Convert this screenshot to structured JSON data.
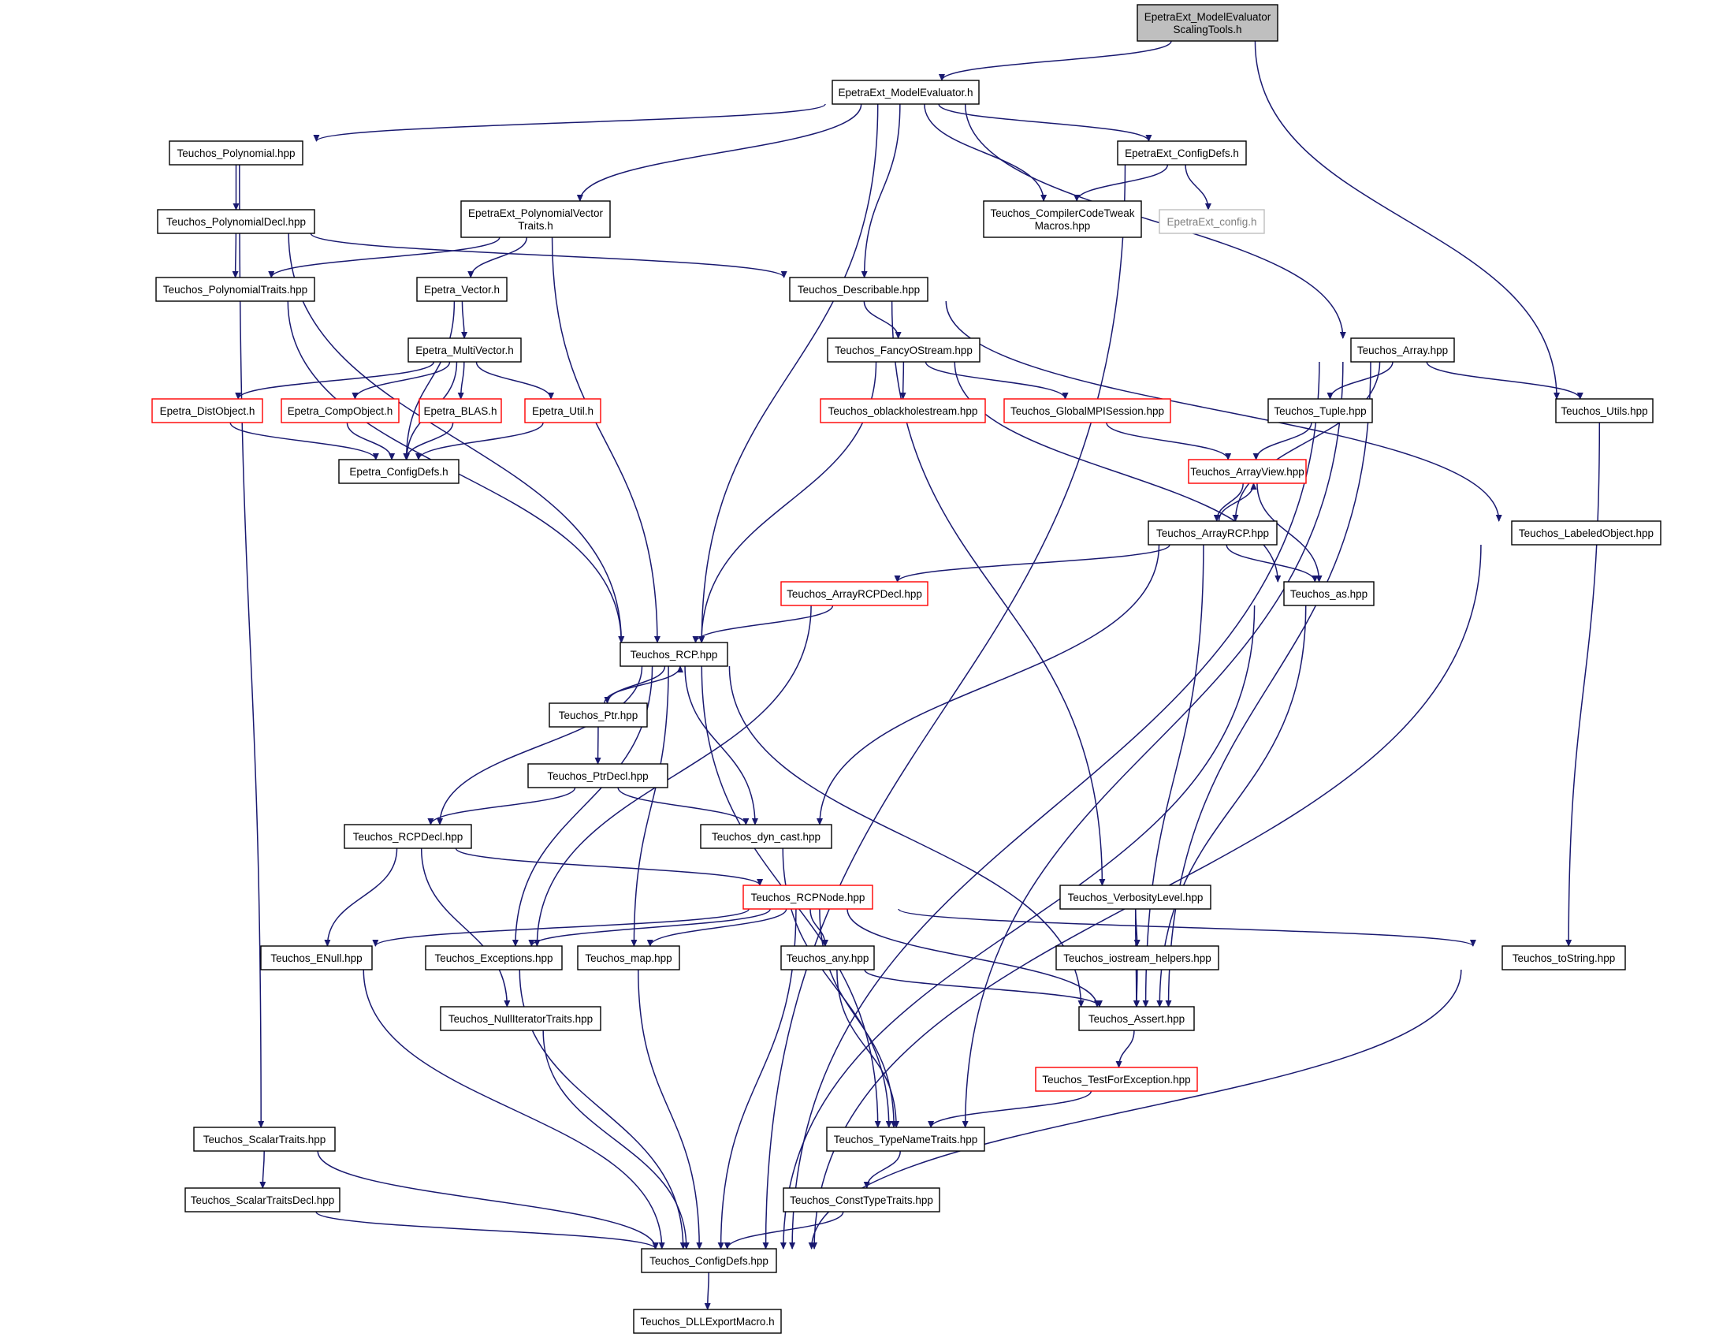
{
  "colors": {
    "edge": "#191970",
    "root_fill": "#bfbfbf",
    "node_border": "#000000",
    "external_border": "#ff0000",
    "unresolved_border": "#bfbfbf",
    "unresolved_text": "#7f7f7f",
    "background": "#ffffff"
  },
  "nodes": [
    {
      "id": "root",
      "lines": [
        "EpetraExt_ModelEvaluator",
        "ScalingTools.h"
      ],
      "style": "root"
    },
    {
      "id": "me",
      "lines": [
        "EpetraExt_ModelEvaluator.h"
      ],
      "style": "normal"
    },
    {
      "id": "poly",
      "lines": [
        "Teuchos_Polynomial.hpp"
      ],
      "style": "normal"
    },
    {
      "id": "cdefs",
      "lines": [
        "EpetraExt_ConfigDefs.h"
      ],
      "style": "normal"
    },
    {
      "id": "polydecl",
      "lines": [
        "Teuchos_PolynomialDecl.hpp"
      ],
      "style": "normal"
    },
    {
      "id": "pvt",
      "lines": [
        "EpetraExt_PolynomialVector",
        "Traits.h"
      ],
      "style": "normal"
    },
    {
      "id": "cctm",
      "lines": [
        "Teuchos_CompilerCodeTweak",
        "Macros.hpp"
      ],
      "style": "normal"
    },
    {
      "id": "extcfg",
      "lines": [
        "EpetraExt_config.h"
      ],
      "style": "unresolved"
    },
    {
      "id": "polytraits",
      "lines": [
        "Teuchos_PolynomialTraits.hpp"
      ],
      "style": "normal"
    },
    {
      "id": "evec",
      "lines": [
        "Epetra_Vector.h"
      ],
      "style": "normal"
    },
    {
      "id": "desc",
      "lines": [
        "Teuchos_Describable.hpp"
      ],
      "style": "normal"
    },
    {
      "id": "emv",
      "lines": [
        "Epetra_MultiVector.h"
      ],
      "style": "normal"
    },
    {
      "id": "fos",
      "lines": [
        "Teuchos_FancyOStream.hpp"
      ],
      "style": "normal"
    },
    {
      "id": "arr",
      "lines": [
        "Teuchos_Array.hpp"
      ],
      "style": "normal"
    },
    {
      "id": "distobj",
      "lines": [
        "Epetra_DistObject.h"
      ],
      "style": "external"
    },
    {
      "id": "compobj",
      "lines": [
        "Epetra_CompObject.h"
      ],
      "style": "external"
    },
    {
      "id": "blas",
      "lines": [
        "Epetra_BLAS.h"
      ],
      "style": "external"
    },
    {
      "id": "eutil",
      "lines": [
        "Epetra_Util.h"
      ],
      "style": "external"
    },
    {
      "id": "obh",
      "lines": [
        "Teuchos_oblackholestream.hpp"
      ],
      "style": "external"
    },
    {
      "id": "gmpi",
      "lines": [
        "Teuchos_GlobalMPISession.hpp"
      ],
      "style": "external"
    },
    {
      "id": "tuple",
      "lines": [
        "Teuchos_Tuple.hpp"
      ],
      "style": "normal"
    },
    {
      "id": "utils",
      "lines": [
        "Teuchos_Utils.hpp"
      ],
      "style": "normal"
    },
    {
      "id": "ecdefs",
      "lines": [
        "Epetra_ConfigDefs.h"
      ],
      "style": "normal"
    },
    {
      "id": "av",
      "lines": [
        "Teuchos_ArrayView.hpp"
      ],
      "style": "external"
    },
    {
      "id": "arcp",
      "lines": [
        "Teuchos_ArrayRCP.hpp"
      ],
      "style": "normal"
    },
    {
      "id": "lo",
      "lines": [
        "Teuchos_LabeledObject.hpp"
      ],
      "style": "normal"
    },
    {
      "id": "arcpd",
      "lines": [
        "Teuchos_ArrayRCPDecl.hpp"
      ],
      "style": "external"
    },
    {
      "id": "as",
      "lines": [
        "Teuchos_as.hpp"
      ],
      "style": "normal"
    },
    {
      "id": "rcp",
      "lines": [
        "Teuchos_RCP.hpp"
      ],
      "style": "normal"
    },
    {
      "id": "ptr",
      "lines": [
        "Teuchos_Ptr.hpp"
      ],
      "style": "normal"
    },
    {
      "id": "ptrdecl",
      "lines": [
        "Teuchos_PtrDecl.hpp"
      ],
      "style": "normal"
    },
    {
      "id": "rcpdecl",
      "lines": [
        "Teuchos_RCPDecl.hpp"
      ],
      "style": "normal"
    },
    {
      "id": "dyn",
      "lines": [
        "Teuchos_dyn_cast.hpp"
      ],
      "style": "normal"
    },
    {
      "id": "rcpnode",
      "lines": [
        "Teuchos_RCPNode.hpp"
      ],
      "style": "external"
    },
    {
      "id": "verb",
      "lines": [
        "Teuchos_VerbosityLevel.hpp"
      ],
      "style": "normal"
    },
    {
      "id": "enull",
      "lines": [
        "Teuchos_ENull.hpp"
      ],
      "style": "normal"
    },
    {
      "id": "exc",
      "lines": [
        "Teuchos_Exceptions.hpp"
      ],
      "style": "normal"
    },
    {
      "id": "map",
      "lines": [
        "Teuchos_map.hpp"
      ],
      "style": "normal"
    },
    {
      "id": "any",
      "lines": [
        "Teuchos_any.hpp"
      ],
      "style": "normal"
    },
    {
      "id": "ioh",
      "lines": [
        "Teuchos_iostream_helpers.hpp"
      ],
      "style": "normal"
    },
    {
      "id": "tostr",
      "lines": [
        "Teuchos_toString.hpp"
      ],
      "style": "normal"
    },
    {
      "id": "nit",
      "lines": [
        "Teuchos_NullIteratorTraits.hpp"
      ],
      "style": "normal"
    },
    {
      "id": "assert",
      "lines": [
        "Teuchos_Assert.hpp"
      ],
      "style": "normal"
    },
    {
      "id": "tfe",
      "lines": [
        "Teuchos_TestForException.hpp"
      ],
      "style": "external"
    },
    {
      "id": "st",
      "lines": [
        "Teuchos_ScalarTraits.hpp"
      ],
      "style": "normal"
    },
    {
      "id": "tnt",
      "lines": [
        "Teuchos_TypeNameTraits.hpp"
      ],
      "style": "normal"
    },
    {
      "id": "std",
      "lines": [
        "Teuchos_ScalarTraitsDecl.hpp"
      ],
      "style": "normal"
    },
    {
      "id": "ctt",
      "lines": [
        "Teuchos_ConstTypeTraits.hpp"
      ],
      "style": "normal"
    },
    {
      "id": "tcd",
      "lines": [
        "Teuchos_ConfigDefs.hpp"
      ],
      "style": "normal"
    },
    {
      "id": "dll",
      "lines": [
        "Teuchos_DLLExportMacro.h"
      ],
      "style": "normal"
    }
  ],
  "edges": [
    [
      "root",
      "me"
    ],
    [
      "root",
      "utils"
    ],
    [
      "me",
      "poly"
    ],
    [
      "me",
      "rcp"
    ],
    [
      "me",
      "pvt"
    ],
    [
      "me",
      "desc"
    ],
    [
      "me",
      "cctm"
    ],
    [
      "me",
      "cdefs"
    ],
    [
      "me",
      "arr"
    ],
    [
      "poly",
      "polydecl"
    ],
    [
      "poly",
      "st"
    ],
    [
      "cdefs",
      "cctm"
    ],
    [
      "cdefs",
      "extcfg"
    ],
    [
      "cdefs",
      "tcd"
    ],
    [
      "polydecl",
      "polytraits"
    ],
    [
      "polydecl",
      "desc"
    ],
    [
      "polydecl",
      "rcp"
    ],
    [
      "pvt",
      "polytraits"
    ],
    [
      "pvt",
      "evec"
    ],
    [
      "pvt",
      "rcp"
    ],
    [
      "polytraits",
      "rcp"
    ],
    [
      "evec",
      "emv"
    ],
    [
      "evec",
      "ecdefs"
    ],
    [
      "emv",
      "distobj"
    ],
    [
      "emv",
      "compobj"
    ],
    [
      "emv",
      "blas"
    ],
    [
      "emv",
      "eutil"
    ],
    [
      "emv",
      "ecdefs"
    ],
    [
      "distobj",
      "ecdefs"
    ],
    [
      "compobj",
      "ecdefs"
    ],
    [
      "blas",
      "ecdefs"
    ],
    [
      "eutil",
      "ecdefs"
    ],
    [
      "desc",
      "fos"
    ],
    [
      "desc",
      "lo"
    ],
    [
      "desc",
      "verb"
    ],
    [
      "fos",
      "rcp"
    ],
    [
      "fos",
      "obh"
    ],
    [
      "fos",
      "gmpi"
    ],
    [
      "fos",
      "as"
    ],
    [
      "gmpi",
      "av"
    ],
    [
      "arr",
      "tuple"
    ],
    [
      "arr",
      "utils"
    ],
    [
      "arr",
      "arcp"
    ],
    [
      "arr",
      "assert"
    ],
    [
      "arr",
      "tnt"
    ],
    [
      "arr",
      "tcd"
    ],
    [
      "tuple",
      "av"
    ],
    [
      "utils",
      "tostr"
    ],
    [
      "av",
      "arcp"
    ],
    [
      "av",
      "as"
    ],
    [
      "arcp",
      "av"
    ],
    [
      "arcp",
      "arcpd"
    ],
    [
      "arcp",
      "as"
    ],
    [
      "arcp",
      "dyn"
    ],
    [
      "arcp",
      "assert"
    ],
    [
      "arcpd",
      "rcp"
    ],
    [
      "arcpd",
      "exc"
    ],
    [
      "lo",
      "tcd"
    ],
    [
      "as",
      "assert"
    ],
    [
      "as",
      "tcd"
    ],
    [
      "rcp",
      "ptr"
    ],
    [
      "rcp",
      "rcpdecl"
    ],
    [
      "rcp",
      "exc"
    ],
    [
      "rcp",
      "map"
    ],
    [
      "rcp",
      "dyn"
    ],
    [
      "rcp",
      "tnt"
    ],
    [
      "rcp",
      "assert"
    ],
    [
      "ptr",
      "rcp"
    ],
    [
      "ptr",
      "ptrdecl"
    ],
    [
      "ptrdecl",
      "rcpdecl"
    ],
    [
      "ptrdecl",
      "dyn"
    ],
    [
      "rcpdecl",
      "enull"
    ],
    [
      "rcpdecl",
      "nit"
    ],
    [
      "rcpdecl",
      "rcpnode"
    ],
    [
      "dyn",
      "tnt"
    ],
    [
      "rcpnode",
      "enull"
    ],
    [
      "rcpnode",
      "exc"
    ],
    [
      "rcpnode",
      "map"
    ],
    [
      "rcpnode",
      "any"
    ],
    [
      "rcpnode",
      "assert"
    ],
    [
      "rcpnode",
      "tostr"
    ],
    [
      "rcpnode",
      "tnt"
    ],
    [
      "rcpnode",
      "tcd"
    ],
    [
      "verb",
      "ioh"
    ],
    [
      "verb",
      "assert"
    ],
    [
      "ioh",
      "assert"
    ],
    [
      "any",
      "assert"
    ],
    [
      "any",
      "tnt"
    ],
    [
      "enull",
      "tcd"
    ],
    [
      "exc",
      "tcd"
    ],
    [
      "map",
      "tcd"
    ],
    [
      "nit",
      "tcd"
    ],
    [
      "tostr",
      "tcd"
    ],
    [
      "assert",
      "tfe"
    ],
    [
      "tfe",
      "tnt"
    ],
    [
      "st",
      "std"
    ],
    [
      "st",
      "tcd"
    ],
    [
      "std",
      "tcd"
    ],
    [
      "tnt",
      "ctt"
    ],
    [
      "ctt",
      "tcd"
    ],
    [
      "tcd",
      "dll"
    ]
  ]
}
